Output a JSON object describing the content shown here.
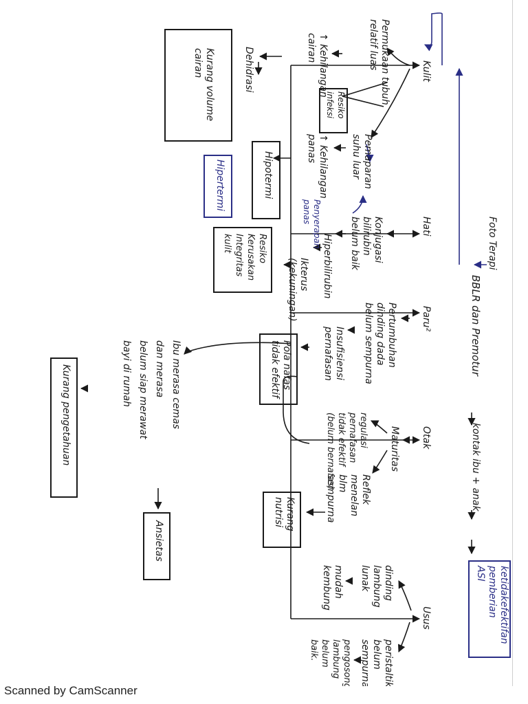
{
  "diagram": {
    "root": "BBLR dan Premotur",
    "phototherapy": "Foto Terapi",
    "contact": "kontak ibu + anak",
    "kulit": {
      "label": "Kulit",
      "left": "Permukaan tubuh\nrelatif luas",
      "right": "Pemaparan\nsuhu luar",
      "fluid_loss": "↑ Kehilangan\ncairan",
      "infection_risk": "Resiko\ninfeksi",
      "heat_loss": "↑ Kehilangan\npanas",
      "dehydration": "Dehidrasi",
      "fluid_deficit": "Kurang volume\ncairan",
      "hipotermi": "Hipotermi",
      "hipertermi": "Hipertermi",
      "heat_exposure": "Penyerapan\npanas"
    },
    "hati": {
      "label": "Hati",
      "step1": "Konjugasi\nbilirubin\nbelum baik",
      "step2": "Hiperbilirubin",
      "step3": "Ikterus\n(kekuningan)",
      "skin_risk": "Resiko\nKerusakan\nIntegritas\nkulit"
    },
    "paru": {
      "label": "Paru²",
      "step1": "Pertumbuhan\ndinding dada\nbelum sempurna",
      "step2": "Insufisiensi\npernafasan",
      "breathing": "Pola nafas\ntidak efektif"
    },
    "otak": {
      "label": "Otak",
      "step1": "Maturitas",
      "step2": "regulasi\npernafasan\ntidak efektif\n(belum bernafas)",
      "reflex": "Reflek\nmenelan\nblm\nsempurna",
      "nutrition": "Kurang\nnutrisi"
    },
    "usus": {
      "label": "Usus",
      "left": "dinding\nlambung\nlunak",
      "left2": "mudah\nkembung",
      "right": "peristaltik\nbelum\nsempurna",
      "right2": "pengosongan\nlambung\nbelum\nbaik."
    },
    "breastfeeding": "ketidakefektifan\npemberian\nASI",
    "ibu": {
      "text": "Ibu merasa cemas\ndan merasa\nbelum siap merawat\nbayi di rumah",
      "anxiety": "Ansietas",
      "knowledge": "Kurang pengetahuan"
    },
    "colors": {
      "ink": "#1a1a1a",
      "blue_ink": "#2a2e86"
    }
  },
  "footer": "Scanned by CamScanner"
}
